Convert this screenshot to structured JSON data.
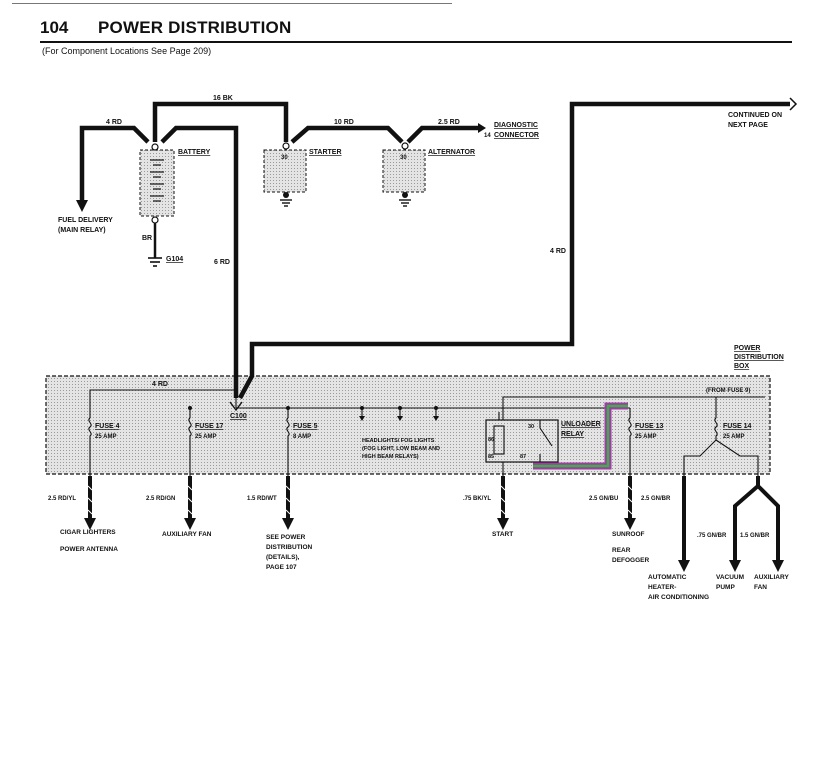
{
  "header": {
    "page_number": "104",
    "title": "POWER DISTRIBUTION",
    "subtitle": "(For Component Locations See Page 209)"
  },
  "wires": {
    "w16bk": "16 BK",
    "w4rd_left": "4 RD",
    "w10rd": "10 RD",
    "w25rd": "2.5 RD",
    "w4rd_right": "4 RD",
    "w6rd": "6 RD",
    "wbr": "BR",
    "w4rd_box": "4 RD"
  },
  "components": {
    "battery": "BATTERY",
    "starter": "STARTER",
    "alternator": "ALTERNATOR",
    "diag_line1": "DIAGNOSTIC",
    "diag_line2": "CONNECTOR",
    "diag_pin": "14",
    "continued_line1": "CONTINUED ON",
    "continued_line2": "NEXT PAGE",
    "fuel_line1": "FUEL DELIVERY",
    "fuel_line2": "(MAIN RELAY)",
    "ground_g104": "G104",
    "starter_pin": "30",
    "alternator_pin": "30",
    "box_line1": "POWER",
    "box_line2": "DISTRIBUTION",
    "box_line3": "BOX",
    "c100": "C100",
    "from_fuse": "(FROM FUSE 9)"
  },
  "fuses": {
    "f4_name": "FUSE 4",
    "f4_amp": "25 AMP",
    "f17_name": "FUSE 17",
    "f17_amp": "25 AMP",
    "f5_name": "FUSE 5",
    "f5_amp": "8 AMP",
    "f13_name": "FUSE 13",
    "f13_amp": "25 AMP",
    "f14_name": "FUSE 14",
    "f14_amp": "25 AMP"
  },
  "relay": {
    "name_line1": "UNLOADER",
    "name_line2": "RELAY",
    "pin86": "86",
    "pin30": "30",
    "pin85": "85",
    "pin87": "87"
  },
  "headlights": {
    "line1": "HEADLIGHTS/ FOG LIGHTS",
    "line2": "(FOG LIGHT, LOW BEAM AND",
    "line3": "HIGH BEAM RELAYS)"
  },
  "outputs": {
    "o1_wire": "2.5 RD/YL",
    "o1_l1": "CIGAR LIGHTERS",
    "o1_l2": "POWER ANTENNA",
    "o2_wire": "2.5 RD/GN",
    "o2_l1": "AUXILIARY FAN",
    "o3_wire": "1.5 RD/WT",
    "o3_l1": "SEE POWER",
    "o3_l2": "DISTRIBUTION",
    "o3_l3": "(DETAILS),",
    "o3_l4": "PAGE 107",
    "o4_wire": ".75 BK/YL",
    "o4_l1": "START",
    "o5_wire": "2.5 GN/BU",
    "o5_l1": "SUNROOF",
    "o5_l2": "REAR",
    "o5_l3": "DEFOGGER",
    "o6_wire": "2.5 GN/BR",
    "o6_l1": "AUTOMATIC",
    "o6_l2": "HEATER-",
    "o6_l3": "AIR CONDITIONING",
    "o7_wire": ".75 GN/BR",
    "o7_l1": "VACUUM",
    "o7_l2": "PUMP",
    "o8_wire": "1.5 GN/BR",
    "o8_l1": "AUXILIARY",
    "o8_l2": "FAN"
  },
  "colors": {
    "wire": "#111111",
    "box_fill": "#d8d8d8",
    "highlight_outer": "#9b3fa0",
    "highlight_inner": "#3fae49"
  }
}
